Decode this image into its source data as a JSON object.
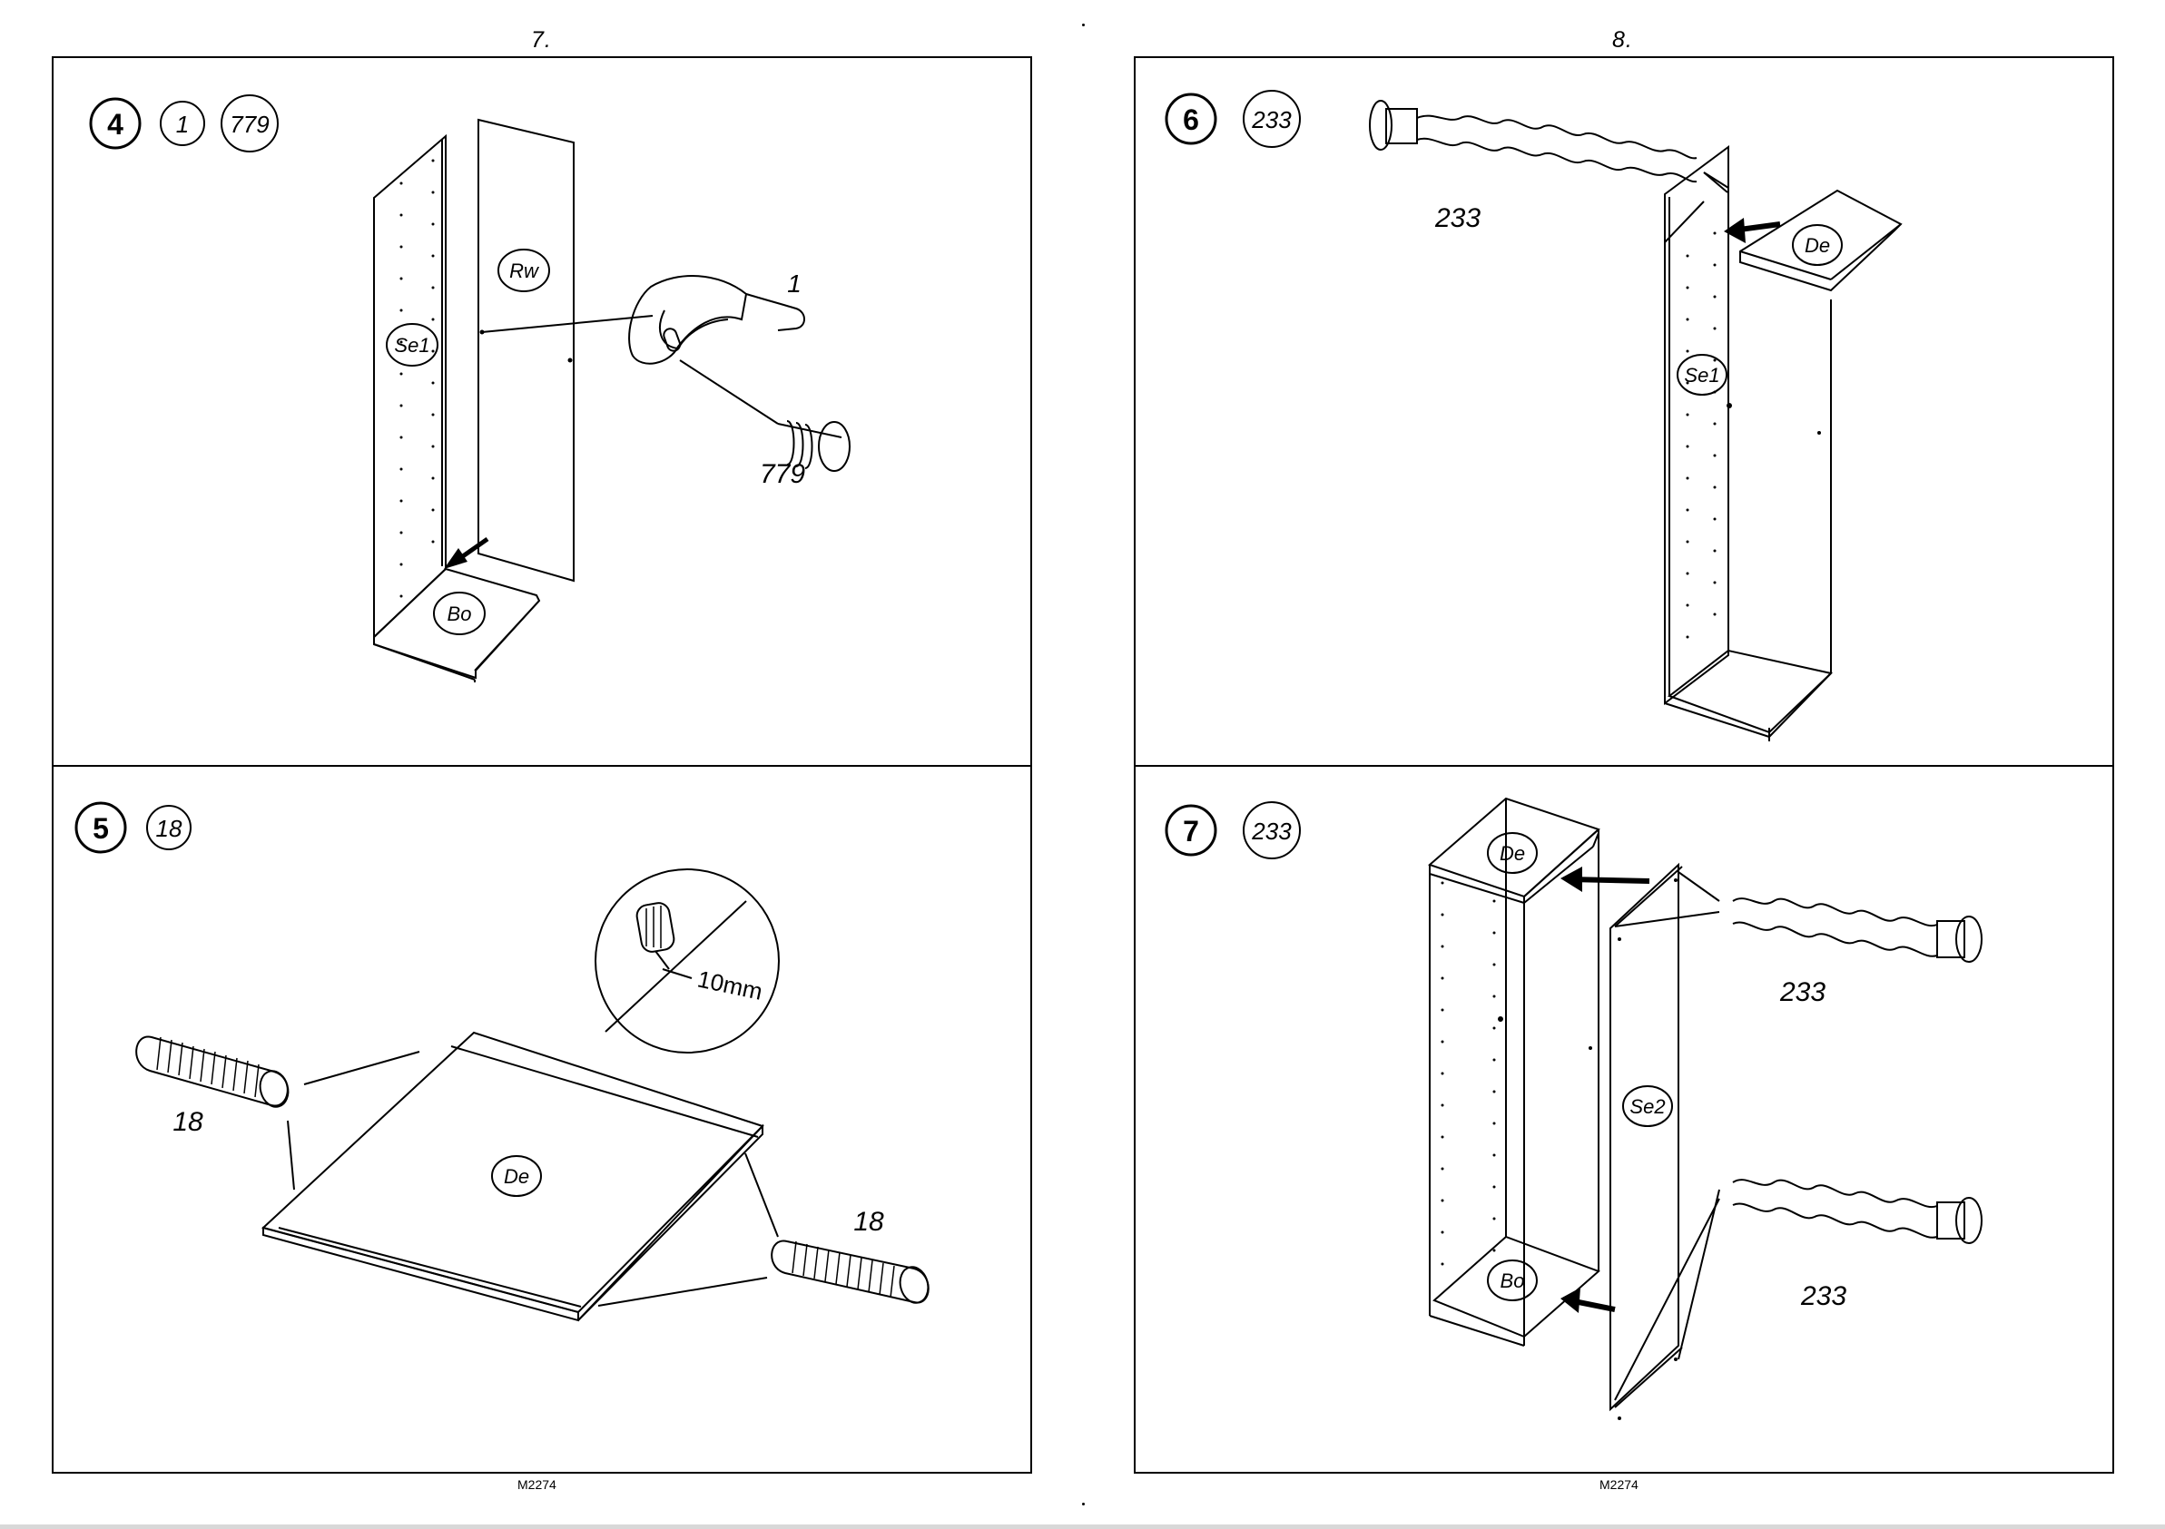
{
  "pages": [
    {
      "number": "7.",
      "code": "M2274",
      "steps": [
        {
          "step": "4",
          "parts": [
            "1",
            "779"
          ],
          "labels": {
            "side": "Se1",
            "back": "Rw",
            "bottom": "Bo",
            "bracket": "1",
            "screw": "779"
          }
        },
        {
          "step": "5",
          "parts": [
            "18"
          ],
          "labels": {
            "top": "De",
            "dowel_left": "18",
            "dowel_right": "18",
            "detail": "10mm"
          }
        }
      ]
    },
    {
      "number": "8.",
      "code": "M2274",
      "steps": [
        {
          "step": "6",
          "parts": [
            "233"
          ],
          "labels": {
            "side": "Se1",
            "top": "De",
            "connector": "233"
          }
        },
        {
          "step": "7",
          "parts": [
            "233"
          ],
          "labels": {
            "top": "De",
            "bottom": "Bo",
            "side": "Se2",
            "connector_top": "233",
            "connector_bottom": "233"
          }
        }
      ]
    }
  ],
  "icons": [
    "screw-icon",
    "cam-connector-icon",
    "dowel-icon",
    "corner-bracket-icon",
    "arrow-icon"
  ]
}
